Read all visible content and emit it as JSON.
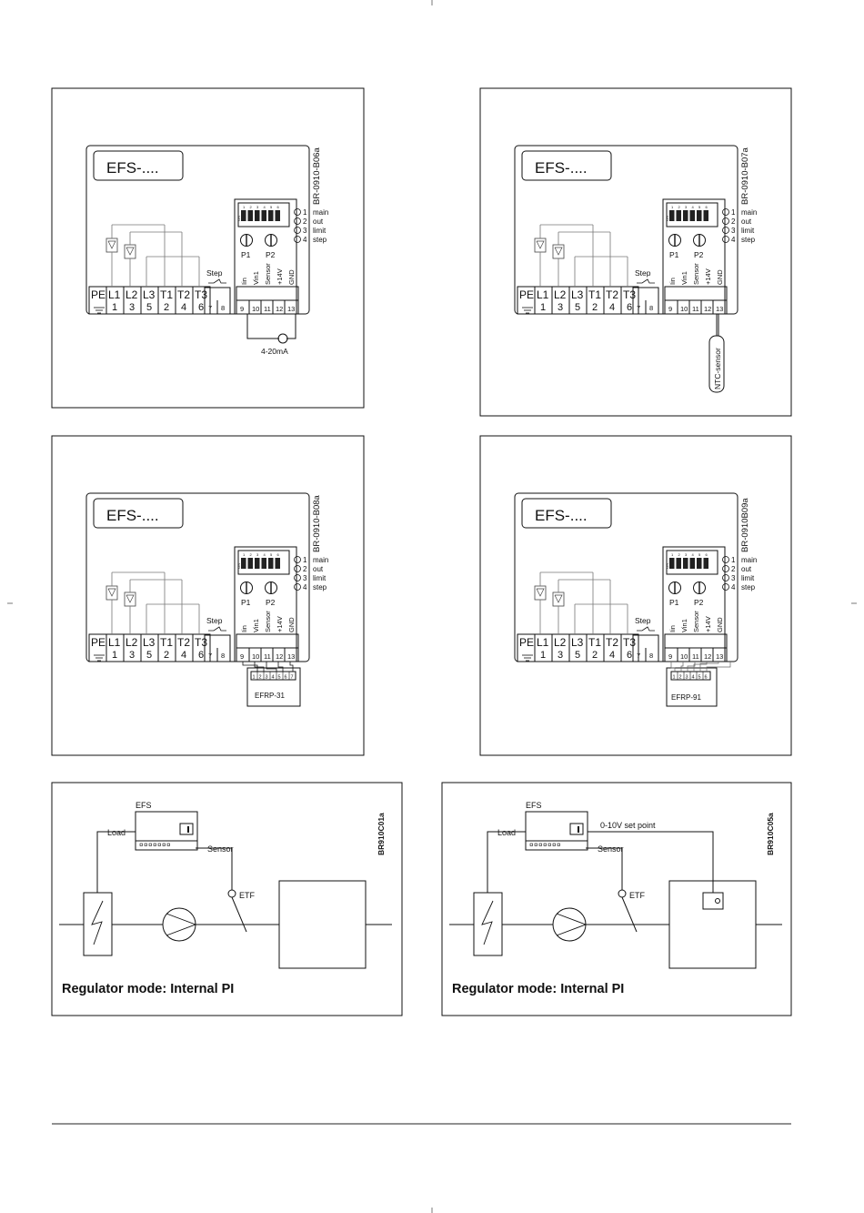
{
  "panels": [
    {
      "model": "EFS-....",
      "code": "BR-0910-B06a",
      "leds": [
        "1",
        "2",
        "3",
        "4"
      ],
      "led_labels": [
        "main",
        "out",
        "limit",
        "step"
      ],
      "pots": [
        "P1",
        "P2"
      ],
      "dip_numbers": [
        "1",
        "2",
        "3",
        "4",
        "5",
        "6"
      ],
      "dip_onoff": "ON",
      "power_labels": [
        "PE",
        "L1",
        "L2",
        "L3",
        "T1",
        "T2",
        "T3"
      ],
      "power_numbers": [
        "",
        "1",
        "3",
        "5",
        "2",
        "4",
        "6"
      ],
      "step_label": "Step",
      "step_numbers": [
        "7",
        "8"
      ],
      "ctrl_labels": [
        "Iin",
        "Vin1",
        "Sensor",
        "+14V",
        "GND"
      ],
      "ctrl_numbers": [
        "9",
        "10",
        "11",
        "12",
        "13"
      ],
      "external": "4-20mA"
    },
    {
      "model": "EFS-....",
      "code": "BR-0910-B07a",
      "leds": [
        "1",
        "2",
        "3",
        "4"
      ],
      "led_labels": [
        "main",
        "out",
        "limit",
        "step"
      ],
      "pots": [
        "P1",
        "P2"
      ],
      "dip_numbers": [
        "1",
        "2",
        "3",
        "4",
        "5",
        "6"
      ],
      "dip_onoff": "ON",
      "power_labels": [
        "PE",
        "L1",
        "L2",
        "L3",
        "T1",
        "T2",
        "T3"
      ],
      "power_numbers": [
        "",
        "1",
        "3",
        "5",
        "2",
        "4",
        "6"
      ],
      "step_label": "Step",
      "step_numbers": [
        "7",
        "8"
      ],
      "ctrl_labels": [
        "Iin",
        "Vin1",
        "Sensor",
        "+14V",
        "GND"
      ],
      "ctrl_numbers": [
        "9",
        "10",
        "11",
        "12",
        "13"
      ],
      "external": "NTC-sensor"
    },
    {
      "model": "EFS-....",
      "code": "BR-0910-B08a",
      "leds": [
        "1",
        "2",
        "3",
        "4"
      ],
      "led_labels": [
        "main",
        "out",
        "limit",
        "step"
      ],
      "pots": [
        "P1",
        "P2"
      ],
      "dip_numbers": [
        "1",
        "2",
        "3",
        "4",
        "5",
        "6"
      ],
      "dip_onoff": "ON",
      "power_labels": [
        "PE",
        "L1",
        "L2",
        "L3",
        "T1",
        "T2",
        "T3"
      ],
      "power_numbers": [
        "",
        "1",
        "3",
        "5",
        "2",
        "4",
        "6"
      ],
      "step_label": "Step",
      "step_numbers": [
        "7",
        "8"
      ],
      "ctrl_labels": [
        "Iin",
        "Vin1",
        "Sensor",
        "+14V",
        "GND"
      ],
      "ctrl_numbers": [
        "9",
        "10",
        "11",
        "12",
        "13"
      ],
      "external": "EFRP-31",
      "external_pins": [
        "1",
        "2",
        "3",
        "4",
        "5",
        "6",
        "7"
      ]
    },
    {
      "model": "EFS-....",
      "code": "BR-0910B09a",
      "leds": [
        "1",
        "2",
        "3",
        "4"
      ],
      "led_labels": [
        "main",
        "out",
        "limit",
        "step"
      ],
      "pots": [
        "P1",
        "P2"
      ],
      "dip_numbers": [
        "1",
        "2",
        "3",
        "4",
        "5",
        "6"
      ],
      "dip_onoff": "ON",
      "power_labels": [
        "PE",
        "L1",
        "L2",
        "L3",
        "T1",
        "T2",
        "T3"
      ],
      "power_numbers": [
        "",
        "1",
        "3",
        "5",
        "2",
        "4",
        "6"
      ],
      "step_label": "Step",
      "step_numbers": [
        "7",
        "8"
      ],
      "ctrl_labels": [
        "Iin",
        "Vin1",
        "Sensor",
        "+14V",
        "GND"
      ],
      "ctrl_numbers": [
        "9",
        "10",
        "11",
        "12",
        "13"
      ],
      "external": "EFRP-91",
      "external_pins": [
        "1",
        "2",
        "3",
        "4",
        "5",
        "6"
      ]
    }
  ],
  "systems": [
    {
      "code": "BR910C01a",
      "efs": "EFS",
      "load": "Load",
      "sensor": "Sensor",
      "etf": "ETF",
      "caption": "Regulator mode: Internal PI"
    },
    {
      "code": "BR910C05a",
      "efs": "EFS",
      "load": "Load",
      "sensor": "Sensor",
      "etf": "ETF",
      "setpoint": "0-10V set point",
      "caption": "Regulator mode: Internal PI"
    }
  ]
}
